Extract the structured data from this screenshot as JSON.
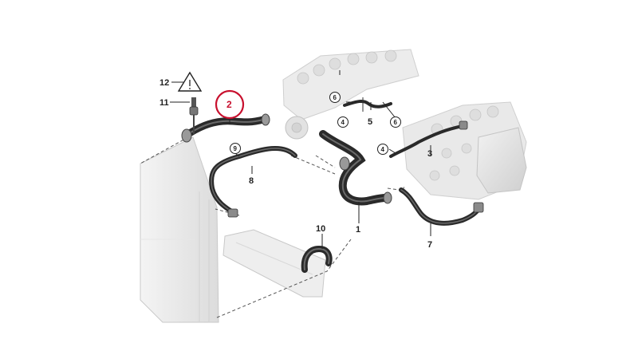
{
  "diagram": {
    "highlight_color": "#c8102e",
    "callouts": {
      "c1": "1",
      "c2": "2",
      "c3": "3",
      "c4a": "4",
      "c4b": "4",
      "c5": "5",
      "c6a": "6",
      "c6b": "6",
      "c7": "7",
      "c8": "8",
      "c9": "9",
      "c10": "10",
      "c11": "11",
      "c12": "12"
    },
    "icons": [
      "warning-triangle-icon",
      "temperature-sensor-icon"
    ]
  }
}
